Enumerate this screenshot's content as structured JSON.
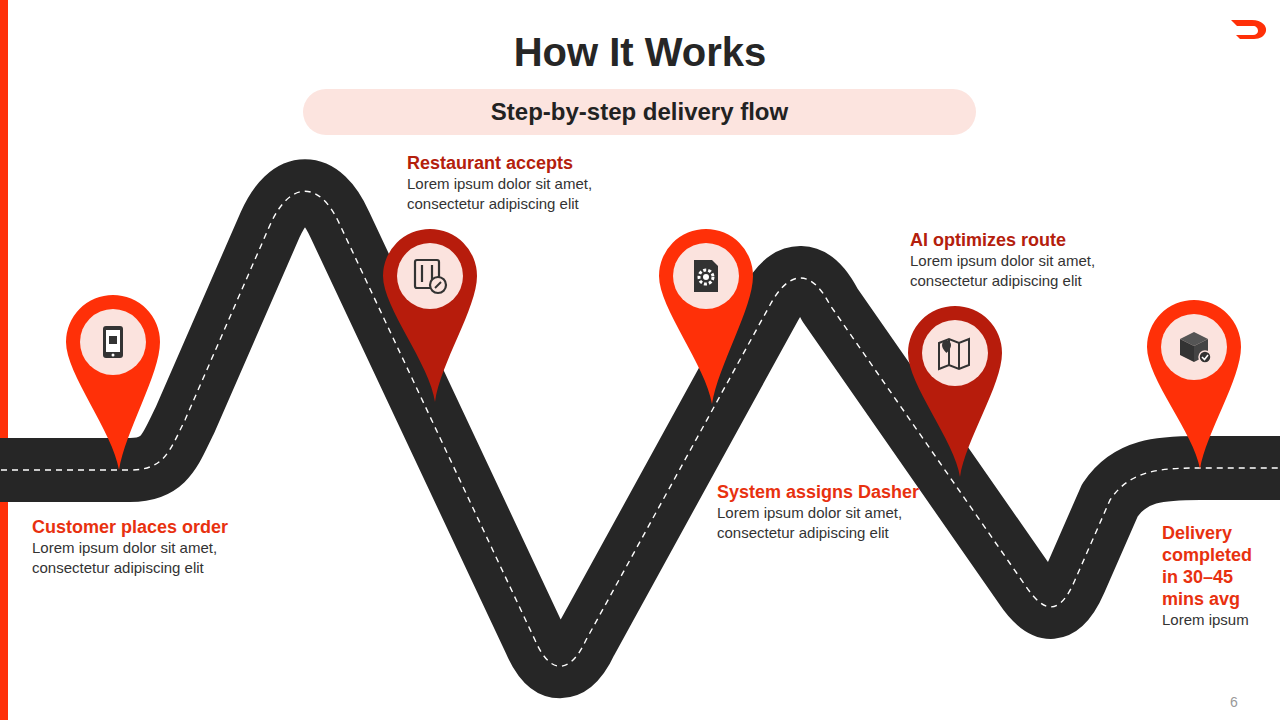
{
  "diagram": {
    "title": "How It Works",
    "nodes": [
      {
        "text": [
          "Step-by-step delivery flow"
        ]
      },
      {
        "text": [
          "Customer places order",
          "Lorem ipsum dolor sit amet, consectetur adipiscing elit"
        ]
      },
      {
        "text": [
          "Restaurant accepts",
          "Lorem ipsum dolor sit amet, consectetur adipiscing elit"
        ]
      },
      {
        "text": [
          "System assigns Dasher",
          "Lorem ipsum dolor sit amet, consectetur adipiscing elit"
        ]
      },
      {
        "text": [
          "AI optimizes route",
          "Lorem ipsum dolor sit amet, consectetur adipiscing elit"
        ]
      },
      {
        "text": [
          "Delivery completed in 30–45 mins avg",
          "Lorem ipsum"
        ]
      }
    ],
    "labels": [
      "6"
    ]
  }
}
